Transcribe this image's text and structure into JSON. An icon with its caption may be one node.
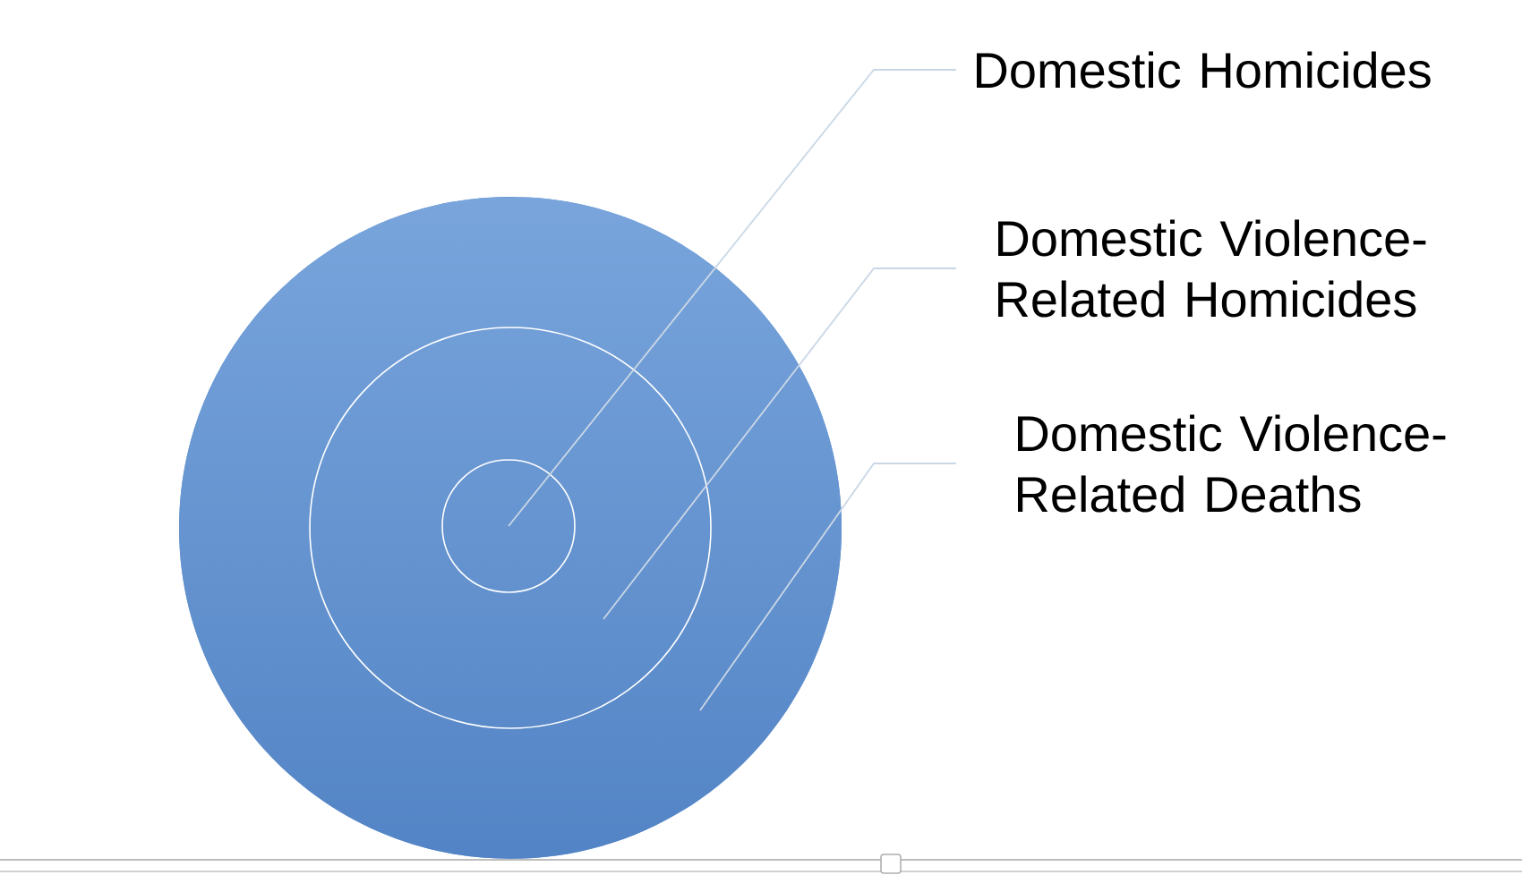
{
  "diagram": {
    "nodes": [
      {
        "text": [],
        "shape": "circle"
      },
      {
        "text": [],
        "shape": "circle",
        "in": 0
      },
      {
        "text": [],
        "shape": "circle",
        "in": 1
      },
      {
        "text": [
          "Domestic Homicides"
        ]
      },
      {
        "text": [
          "Domestic Violence-Related Homicides"
        ]
      },
      {
        "text": [
          "Domestic Violence-Related Deaths"
        ]
      }
    ],
    "edges": [
      {
        "from": 3,
        "to": 2,
        "arrow": "none"
      },
      {
        "from": 4,
        "to": 1,
        "arrow": "none"
      },
      {
        "from": 5,
        "to": 0,
        "arrow": "none"
      }
    ]
  }
}
